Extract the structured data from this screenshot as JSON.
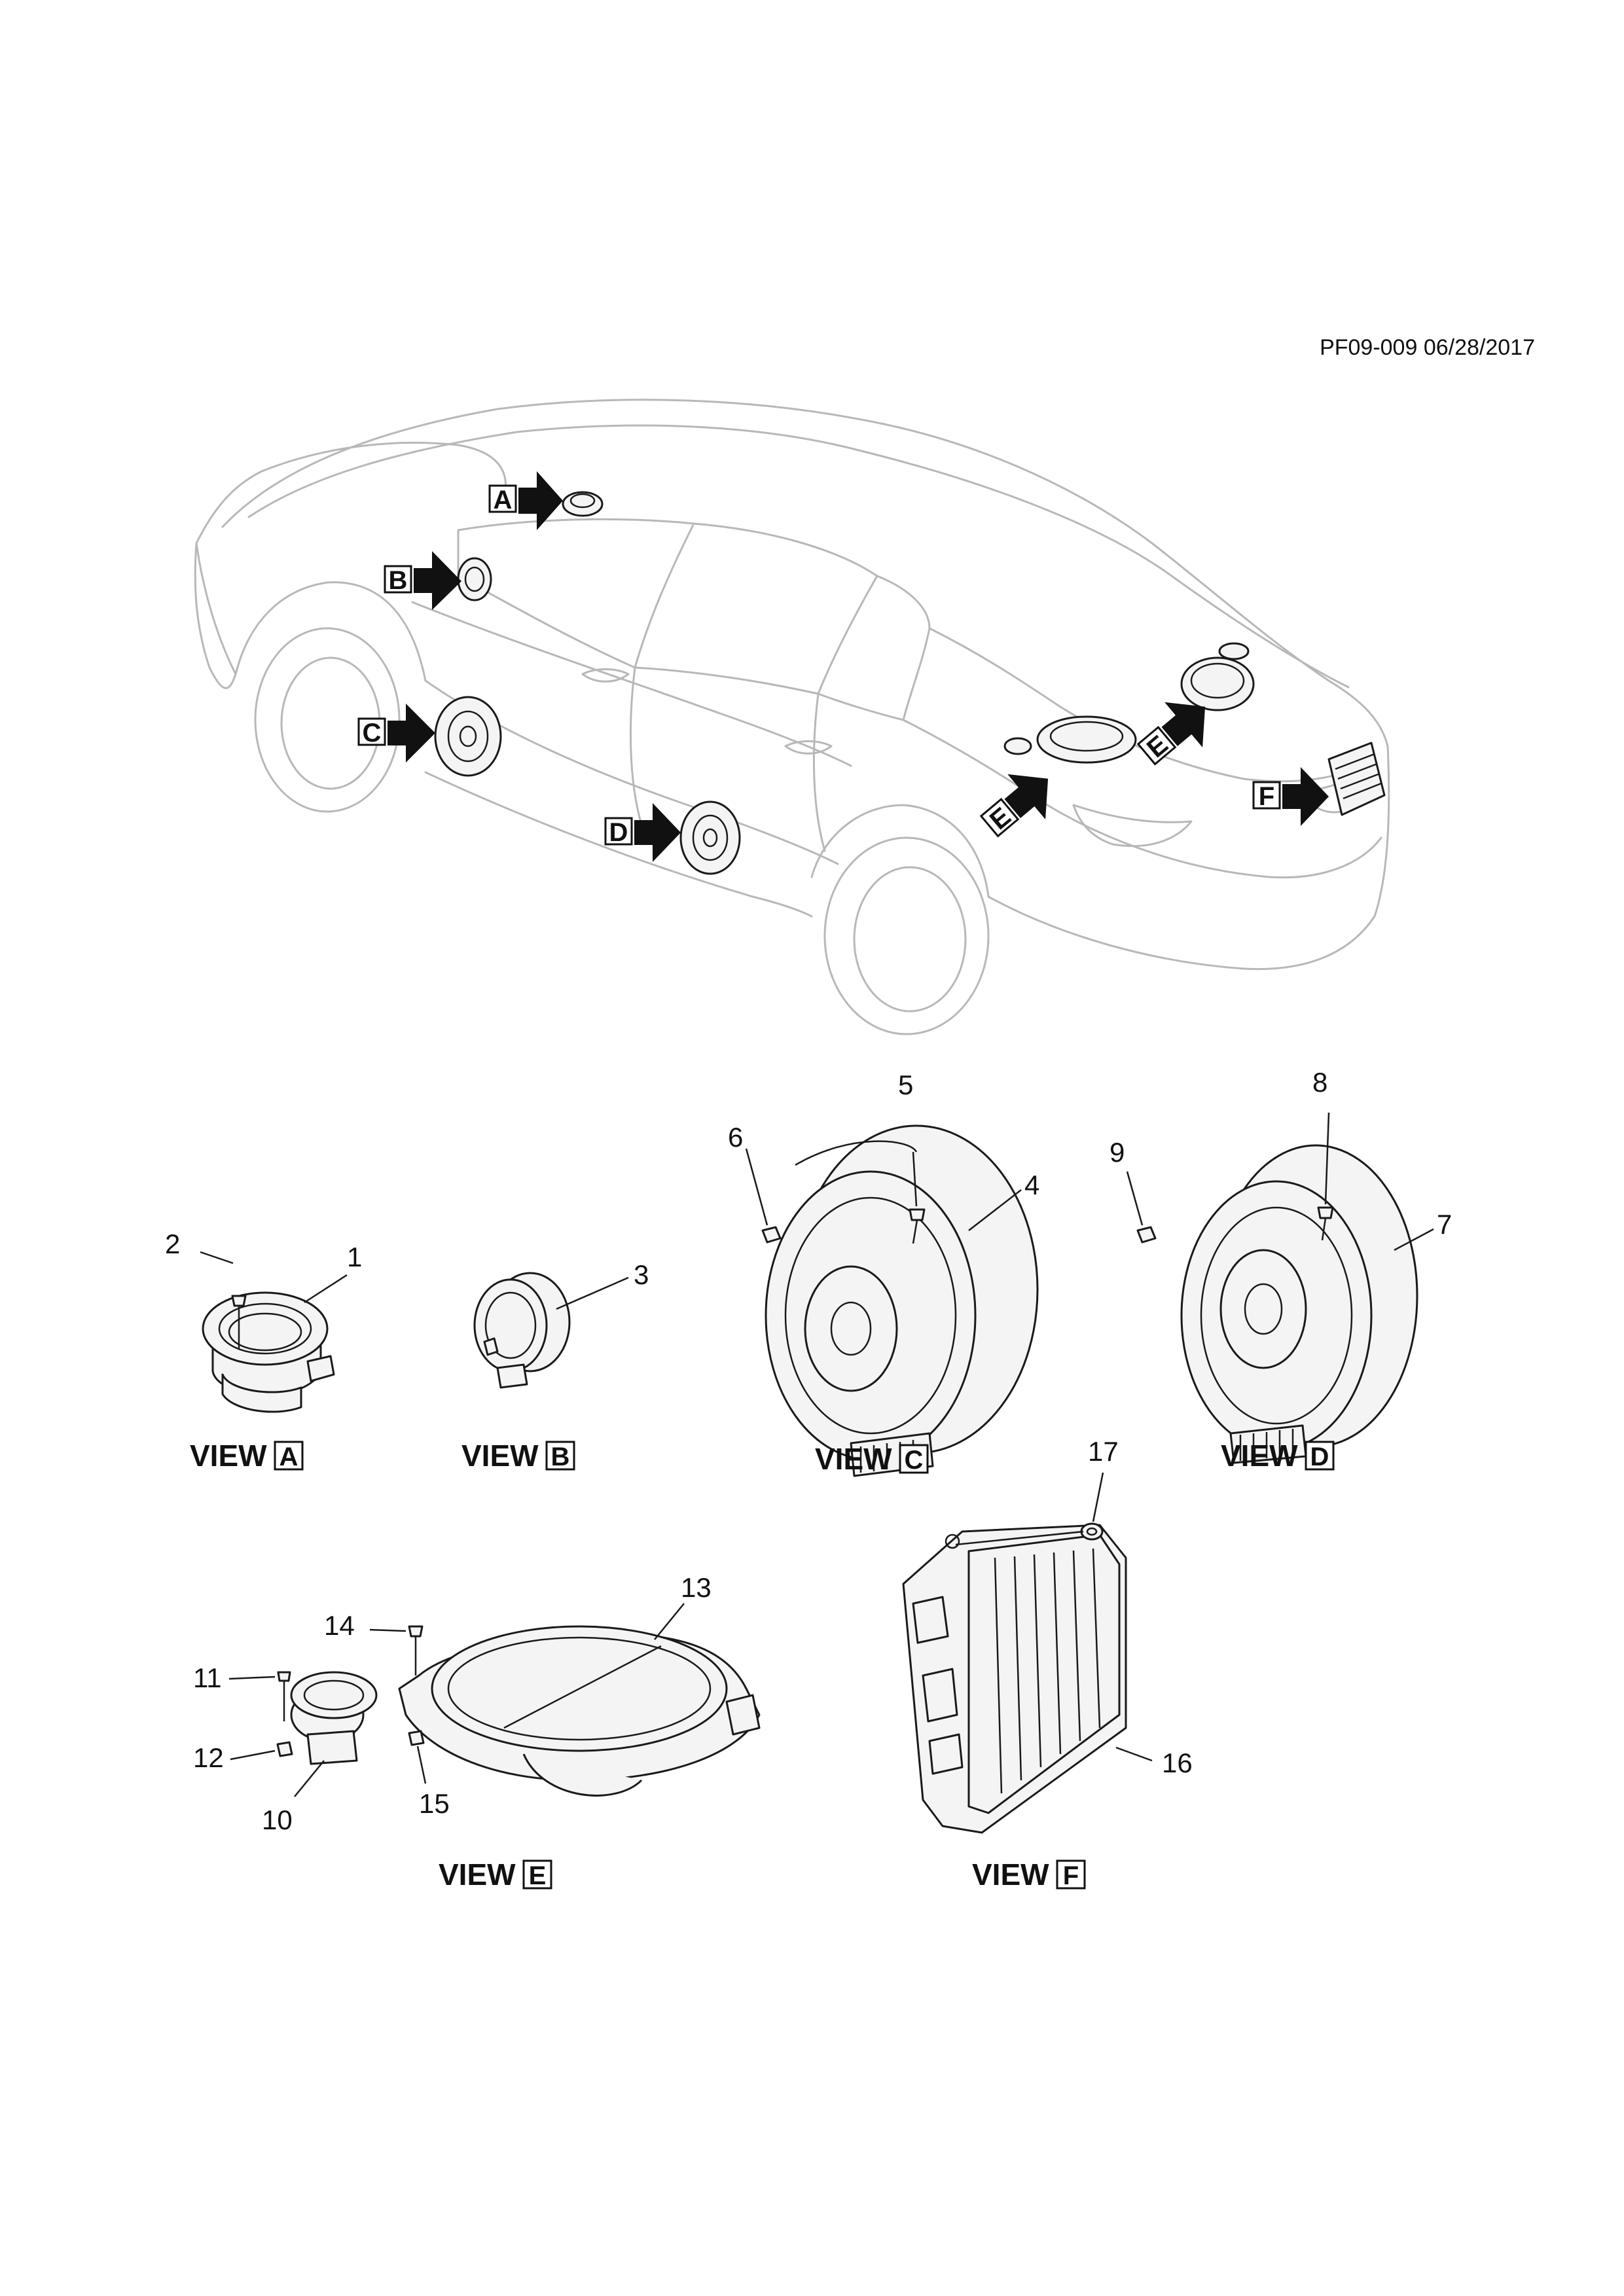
{
  "reference": "PF09-009 06/28/2017",
  "overview_callouts": [
    "A",
    "B",
    "C",
    "D",
    "E",
    "E",
    "F"
  ],
  "views": [
    {
      "label": "VIEW",
      "letter": "A"
    },
    {
      "label": "VIEW",
      "letter": "B"
    },
    {
      "label": "VIEW",
      "letter": "C"
    },
    {
      "label": "VIEW",
      "letter": "D"
    },
    {
      "label": "VIEW",
      "letter": "E"
    },
    {
      "label": "VIEW",
      "letter": "F"
    }
  ],
  "part_numbers": [
    "1",
    "2",
    "3",
    "4",
    "5",
    "6",
    "7",
    "8",
    "9",
    "10",
    "11",
    "12",
    "13",
    "14",
    "15",
    "16",
    "17"
  ]
}
